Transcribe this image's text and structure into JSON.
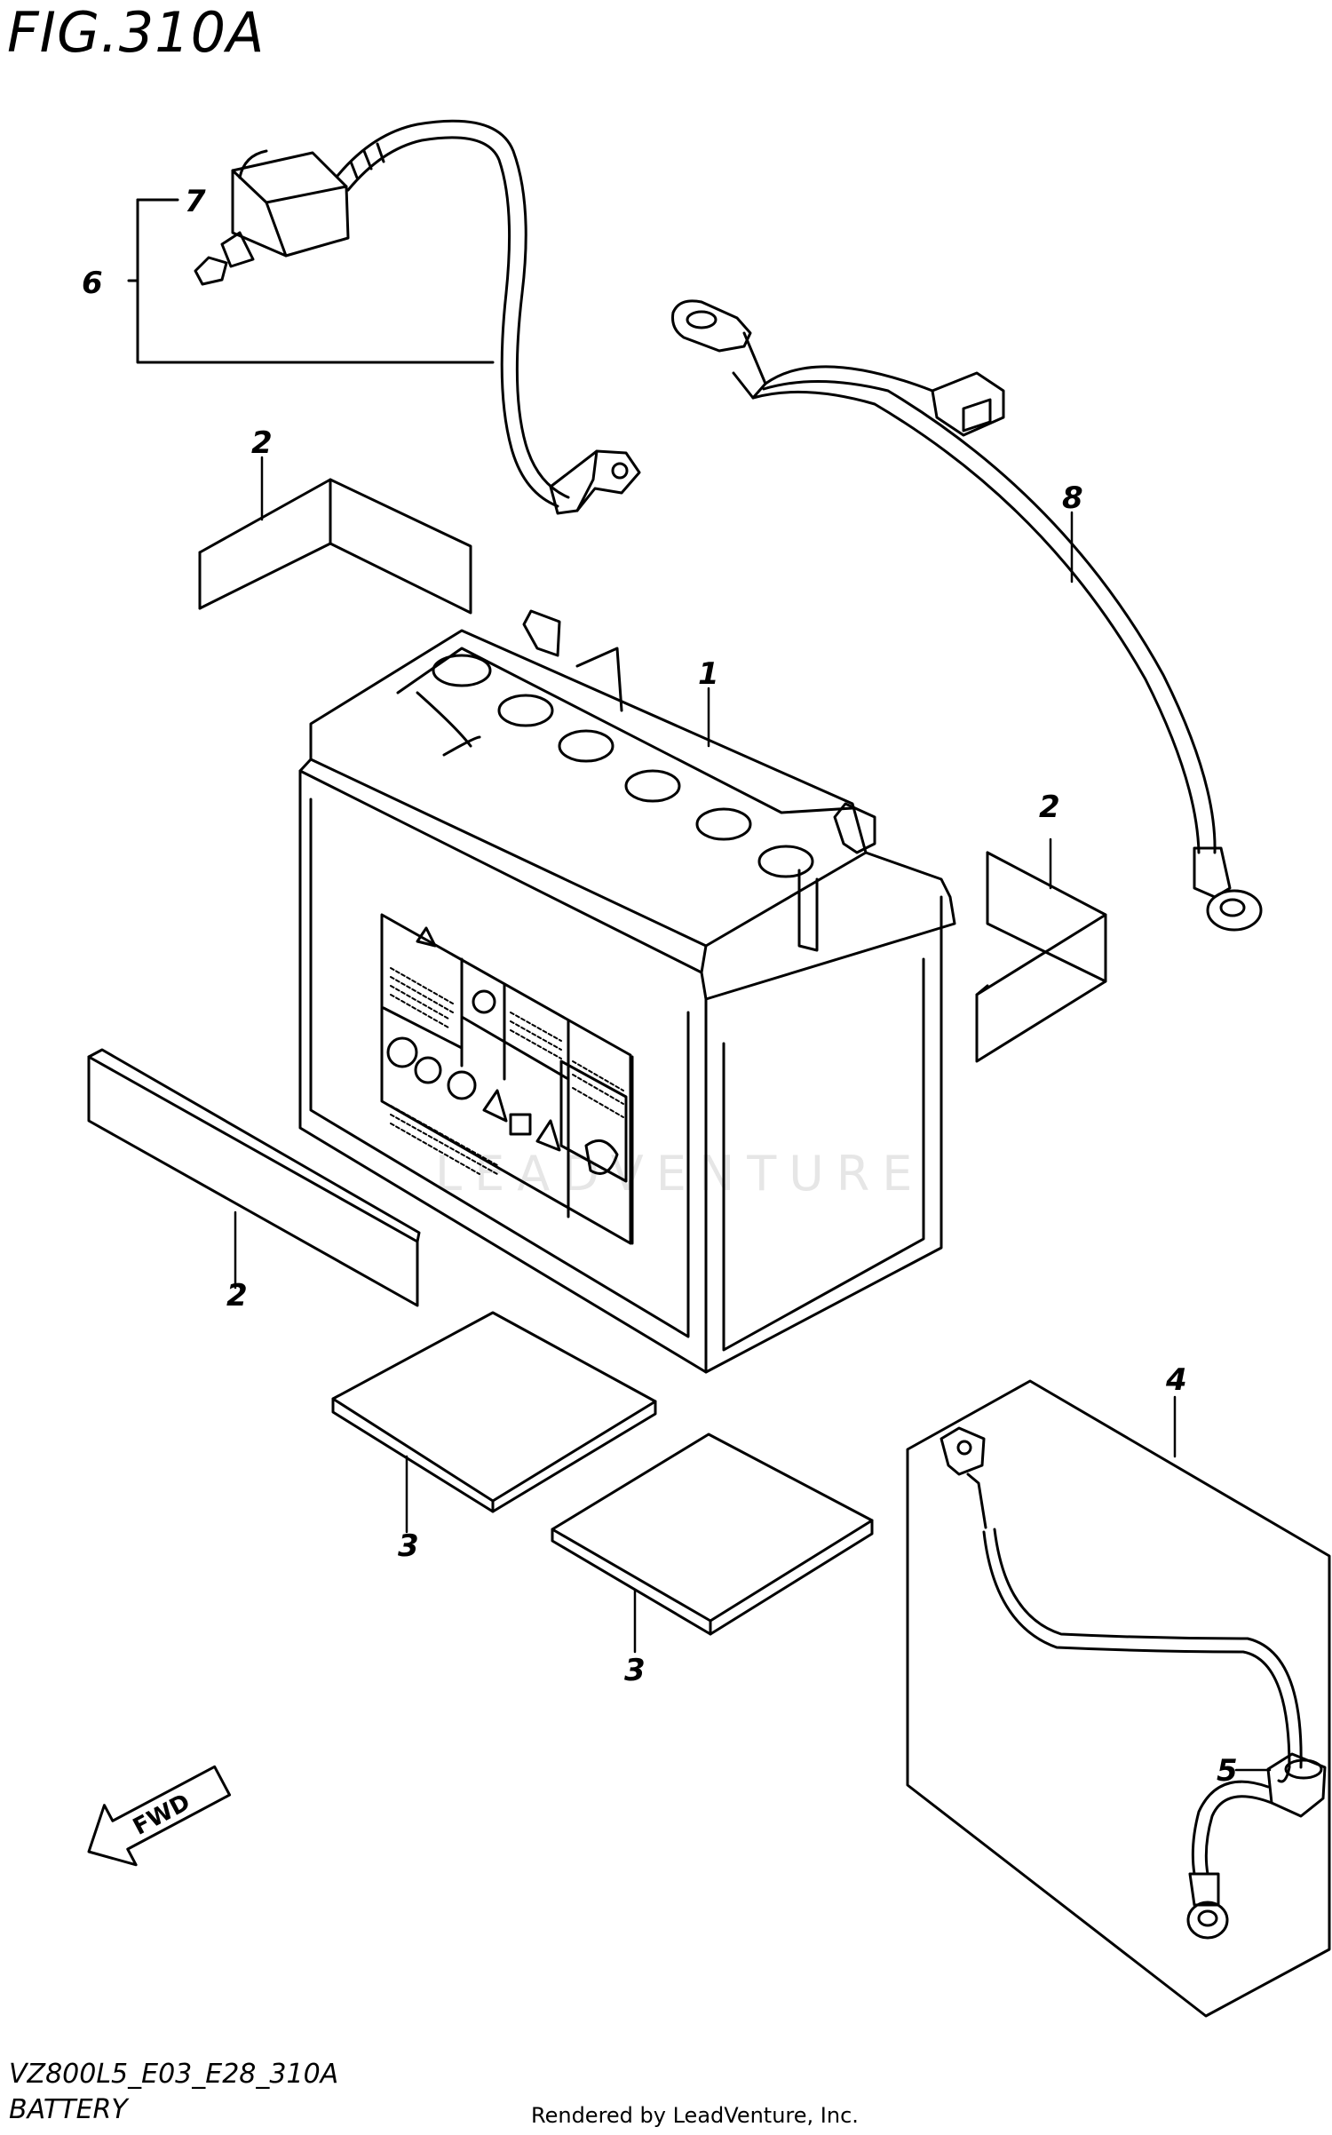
{
  "figure": {
    "title": "FIG.310A",
    "model_code": "VZ800L5_E03_E28_310A",
    "caption": "BATTERY",
    "rendered_by": "Rendered by LeadVenture, Inc.",
    "watermark": "LEADVENTURE",
    "fwd_label": "FWD"
  },
  "callouts": [
    {
      "id": "callout-1",
      "label": "1"
    },
    {
      "id": "callout-2a",
      "label": "2"
    },
    {
      "id": "callout-2b",
      "label": "2"
    },
    {
      "id": "callout-2c",
      "label": "2"
    },
    {
      "id": "callout-3a",
      "label": "3"
    },
    {
      "id": "callout-3b",
      "label": "3"
    },
    {
      "id": "callout-4",
      "label": "4"
    },
    {
      "id": "callout-5",
      "label": "5"
    },
    {
      "id": "callout-6",
      "label": "6"
    },
    {
      "id": "callout-7",
      "label": "7"
    },
    {
      "id": "callout-8",
      "label": "8"
    }
  ],
  "colors": {
    "line": "#000000",
    "background": "#ffffff",
    "watermark": "#e6e6e6"
  }
}
